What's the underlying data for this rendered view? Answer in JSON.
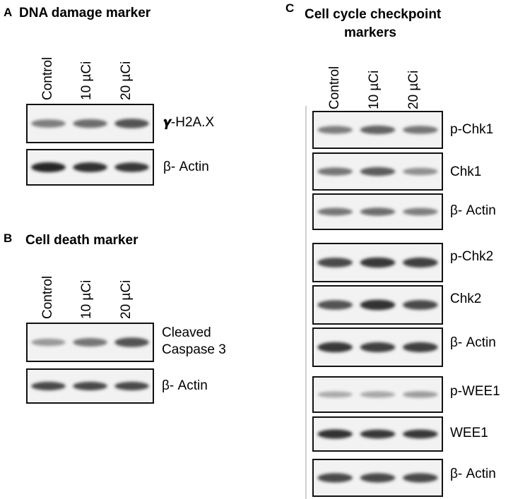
{
  "panels": {
    "A": {
      "letter": "A",
      "title": "DNA damage marker"
    },
    "B": {
      "letter": "B",
      "title": "Cell death marker"
    },
    "C": {
      "letter": "C",
      "title_line1": "Cell cycle checkpoint",
      "title_line2": "markers"
    }
  },
  "lanes": [
    "Control",
    "10 µCi",
    "20 µCi"
  ],
  "blots": {
    "A": [
      {
        "label_prefix": "𝜸",
        "label": "-H2A.X",
        "intensity": [
          0.45,
          0.55,
          0.7
        ]
      },
      {
        "label": "β- Actin",
        "intensity": [
          0.95,
          0.9,
          0.85
        ]
      }
    ],
    "B": [
      {
        "label_line1": "Cleaved",
        "label_line2": "Caspase 3",
        "intensity": [
          0.3,
          0.5,
          0.7
        ]
      },
      {
        "label": "β- Actin",
        "intensity": [
          0.75,
          0.75,
          0.75
        ]
      }
    ],
    "C": [
      {
        "label": "p-Chk1",
        "intensity": [
          0.45,
          0.6,
          0.5
        ]
      },
      {
        "label": "Chk1",
        "intensity": [
          0.5,
          0.65,
          0.35
        ]
      },
      {
        "label": "β- Actin",
        "intensity": [
          0.5,
          0.55,
          0.45
        ]
      },
      {
        "label": "p-Chk2",
        "intensity": [
          0.75,
          0.85,
          0.8
        ]
      },
      {
        "label": "Chk2",
        "intensity": [
          0.7,
          0.9,
          0.75
        ]
      },
      {
        "label": "β- Actin",
        "intensity": [
          0.85,
          0.8,
          0.8
        ]
      },
      {
        "label": "p-WEE1",
        "intensity": [
          0.2,
          0.22,
          0.28
        ]
      },
      {
        "label": "WEE1",
        "intensity": [
          0.9,
          0.85,
          0.85
        ]
      },
      {
        "label": "β- Actin",
        "intensity": [
          0.75,
          0.75,
          0.75
        ]
      }
    ]
  }
}
